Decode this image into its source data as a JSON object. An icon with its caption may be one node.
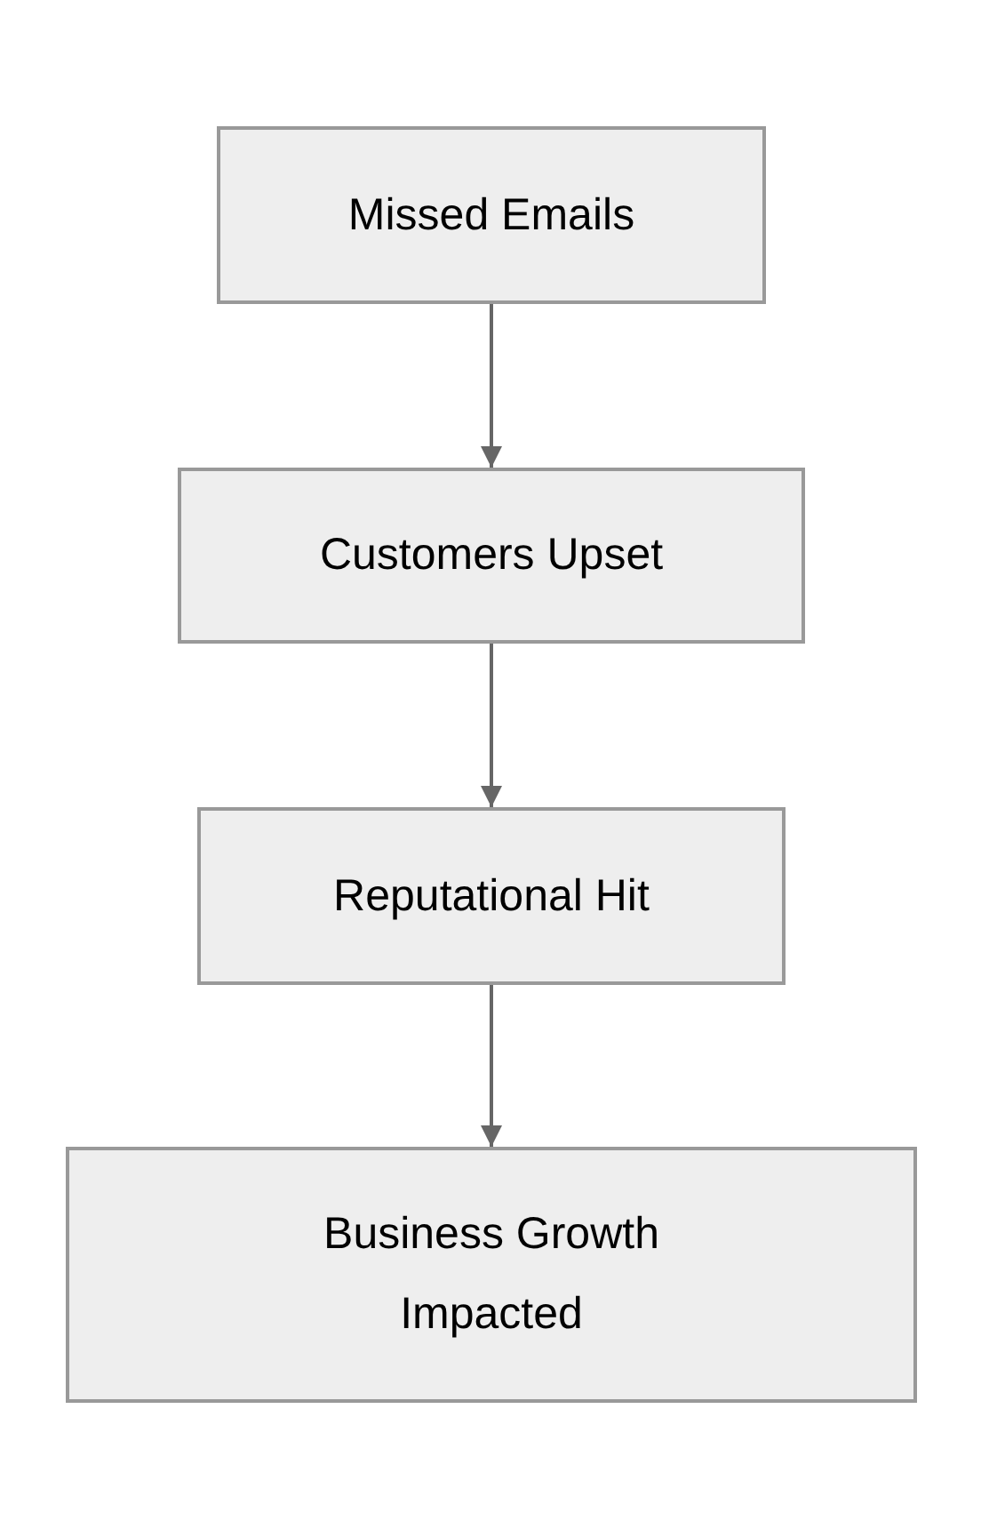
{
  "diagram": {
    "nodes": [
      {
        "text": [
          "Missed Emails"
        ]
      },
      {
        "text": [
          "Customers Upset"
        ]
      },
      {
        "text": [
          "Reputational Hit"
        ]
      },
      {
        "text": [
          "Business Growth Impacted"
        ]
      }
    ],
    "edges": [
      {
        "from": 0,
        "to": 1,
        "arrow": "to"
      },
      {
        "from": 1,
        "to": 2,
        "arrow": "to"
      },
      {
        "from": 2,
        "to": 3,
        "arrow": "to"
      }
    ]
  }
}
